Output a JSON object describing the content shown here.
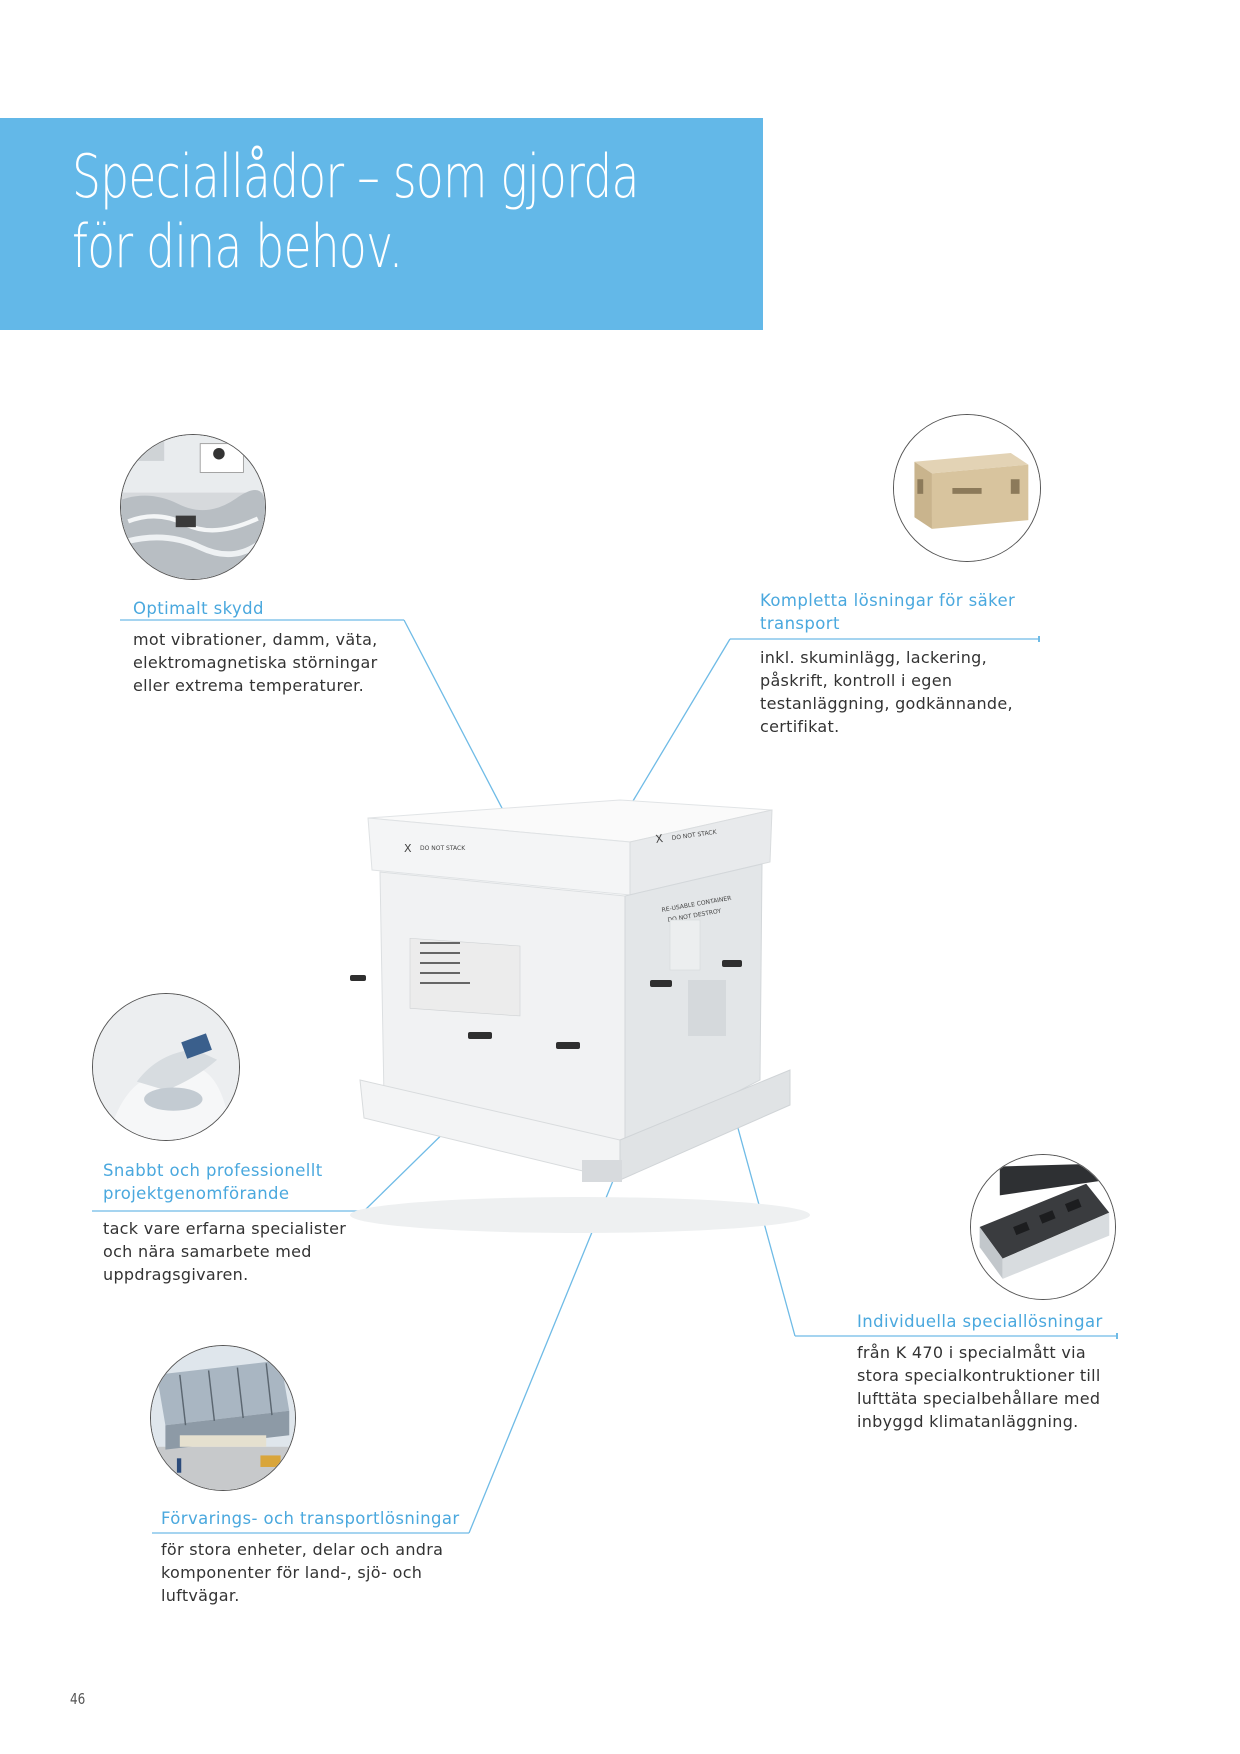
{
  "header": {
    "title_line1": "Speciallådor – som gjorda",
    "title_line2": "för dina behov."
  },
  "features": [
    {
      "title": "Optimalt skydd",
      "body": [
        "mot vibrationer, damm, väta,",
        "elektromagnetiska störningar",
        "eller extrema temperaturer."
      ]
    },
    {
      "title": [
        "Kompletta lösningar för säker",
        "transport"
      ],
      "body": [
        "inkl. skuminlägg, lackering,",
        "påskrift, kontroll i egen",
        "testanläggning, godkännande,",
        "certifikat."
      ]
    },
    {
      "title": [
        "Snabbt och professionellt",
        "projektgenomförande"
      ],
      "body": [
        "tack vare erfarna specialister",
        "och nära samarbete med",
        "uppdragsgivaren."
      ]
    },
    {
      "title": "Individuella speciallösningar",
      "body": [
        "från K 470 i specialmått via",
        "stora specialkontruktioner till",
        "lufttäta specialbehållare med",
        "inbyggd klimatanläggning."
      ]
    },
    {
      "title": "Förvarings- och transportlösningar",
      "body": [
        "för stora enheter, delar och andra",
        "komponenter för land-, sjö- och",
        "luftvägar."
      ]
    }
  ],
  "hero_labels": {
    "do_not_stack_left": "DO NOT STACK",
    "do_not_stack_right": "DO NOT STACK",
    "reusable_line1": "RE-USABLE CONTAINER",
    "reusable_line2": "DO NOT DESTROY"
  },
  "colors": {
    "accent": "#63b8e8",
    "accent_text": "#4aa8de",
    "leader_line": "#6fbbe6"
  },
  "page_number": "46"
}
